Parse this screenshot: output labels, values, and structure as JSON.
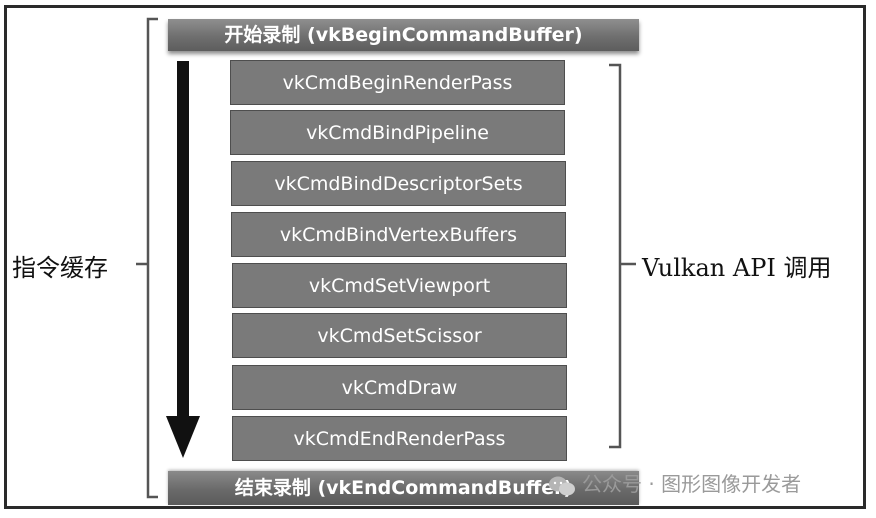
{
  "top_bar": {
    "label": "开始录制 (vkBeginCommandBuffer)"
  },
  "commands": [
    "vkCmdBeginRenderPass",
    "vkCmdBindPipeline",
    "vkCmdBindDescriptorSets",
    "vkCmdBindVertexBuffers",
    "vkCmdSetViewport",
    "vkCmdSetScissor",
    "vkCmdDraw",
    "vkCmdEndRenderPass"
  ],
  "bottom_bar": {
    "label": "结束录制 (vkEndCommandBuffer)"
  },
  "left_label": "指令缓存",
  "right_label": "Vulkan API 调用",
  "watermark": {
    "text": "公众号 · 图形图像开发者",
    "icon": "wechat-icon"
  }
}
